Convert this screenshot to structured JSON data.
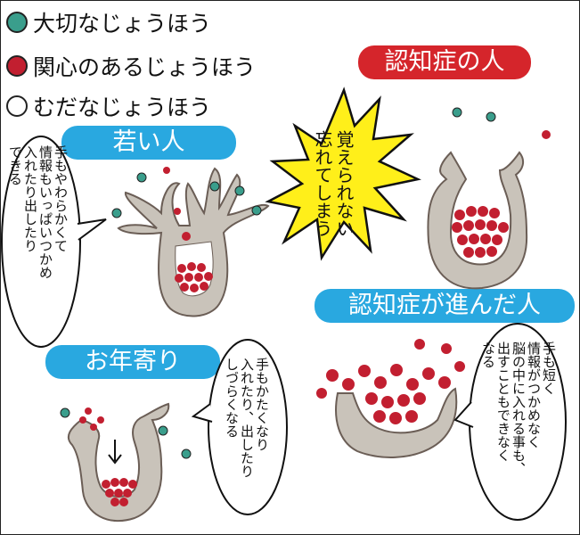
{
  "legend": {
    "items": [
      {
        "label": "大切なじょうほう",
        "color": "#3a9e8c"
      },
      {
        "label": "関心のあるじょうほう",
        "color": "#c21f30"
      },
      {
        "label": "むだなじょうほう",
        "color": "#ffffff"
      }
    ]
  },
  "panels": {
    "young": {
      "title": "若い人",
      "bubble_lines": [
        "手もやわらかくて",
        "情報もいっぱいつかめ",
        "入れたり出したり",
        "できる"
      ]
    },
    "dementia": {
      "title": "認知症の人",
      "burst_lines": [
        "覚えられない",
        "忘れてしまう"
      ]
    },
    "elderly": {
      "title": "お年寄り",
      "bubble_lines": [
        "手もかたくなり",
        "入れたり、出したり",
        "しづらくなる"
      ]
    },
    "advanced": {
      "title": "認知症が進んだ人",
      "bubble_lines": [
        "手も短く",
        "情報がつかめなく",
        "脳の中に入れる事も、",
        "出すこともできなく",
        "なる"
      ]
    }
  },
  "colors": {
    "important": "#3a9e8c",
    "interest": "#c21f30",
    "banner_blue": "#29a8e0",
    "banner_red": "#d5252b",
    "hand_fill": "#c9c3ba"
  }
}
